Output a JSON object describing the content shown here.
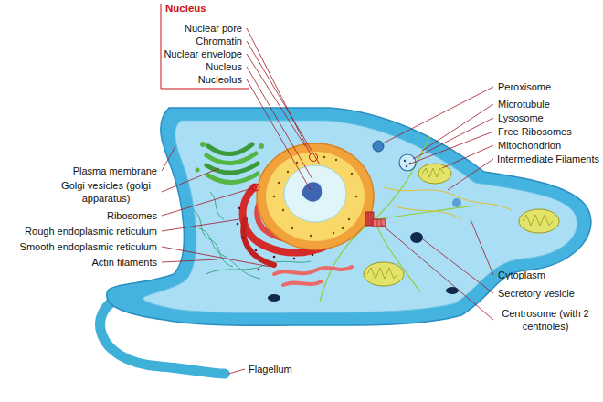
{
  "diagram": {
    "labels": [
      "Nucleus",
      "Nuclear pore",
      "Chromatin",
      "Nuclear envelope",
      "Nucleus",
      "Nucleolus",
      "Peroxisome",
      "Microtubule",
      "Lysosome",
      "Free Ribosomes",
      "Mitochondrion",
      "Intermediate Filaments",
      "Plasma membrane",
      "Golgi vesicles (golgi apparatus)",
      "Ribosomes",
      "Rough endoplasmic reticulum",
      "Smooth endoplasmic reticulum",
      "Actin filaments",
      "Cytoplasm",
      "Secretory vesicle",
      "Centrosome (with 2 centrioles)",
      "Flagellum"
    ]
  }
}
